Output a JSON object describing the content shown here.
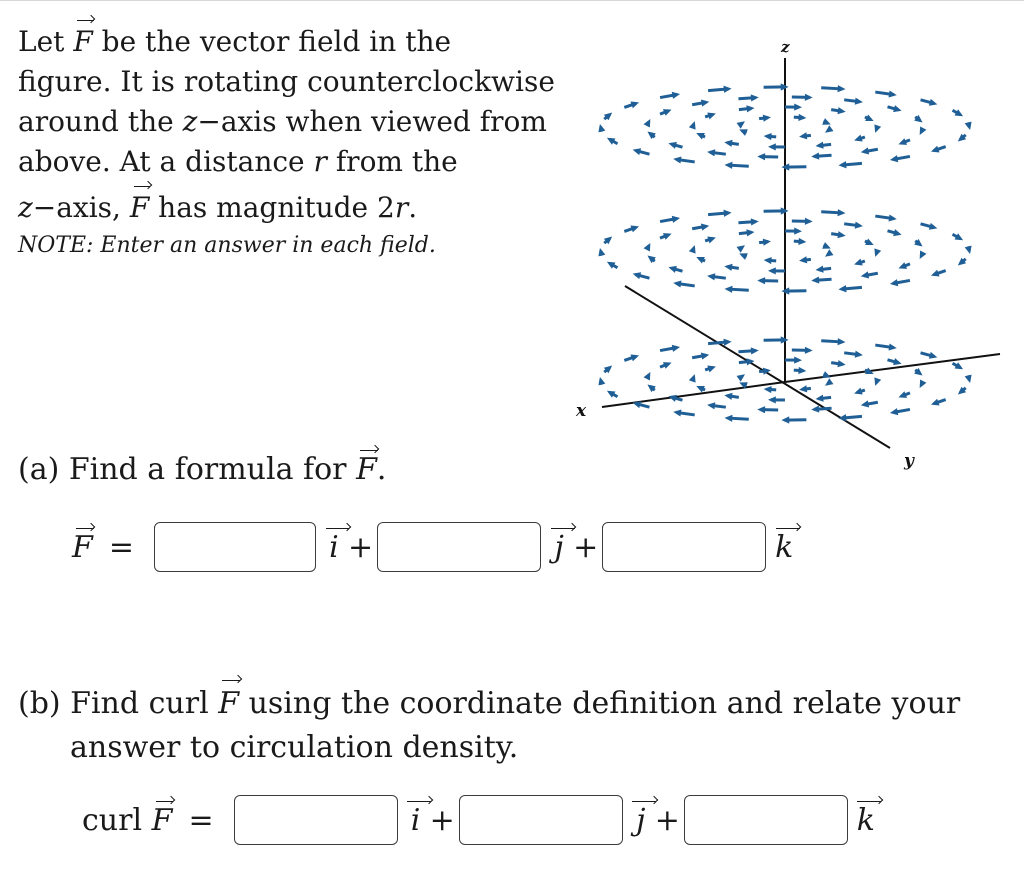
{
  "intro": {
    "line1_a": "Let ",
    "F": "F",
    "line1_b": " be the vector field in the",
    "line2": "figure. It is rotating counterclockwise",
    "line3_a": "around the ",
    "z": "z",
    "line3_b": "−axis when viewed from",
    "line4_a": "above. At a distance ",
    "r": "r",
    "line4_b": " from the",
    "line5_a": "−axis, ",
    "line5_b": " has magnitude 2",
    "line5_c": ".",
    "note": "NOTE: Enter an answer in each field."
  },
  "figure": {
    "axis_z": "z",
    "axis_x": "x",
    "axis_y": "y",
    "arrow_color": "#1f5f96",
    "axis_color": "#111111",
    "description_levels": 3
  },
  "part_a": {
    "prompt_a": "(a) Find a formula for ",
    "prompt_b": ".",
    "lhs": "F",
    "eq": "=",
    "i": "i",
    "j": "j",
    "k": "k",
    "plus": "+",
    "field_i": "",
    "field_j": "",
    "field_k": ""
  },
  "part_b": {
    "prompt_a": "(b) Find curl ",
    "prompt_b": " using the coordinate definition and relate your",
    "prompt_c": "answer to circulation density.",
    "lhs_curl": "curl ",
    "lhs": "F",
    "eq": "=",
    "i": "i",
    "j": "j",
    "k": "k",
    "plus": "+",
    "field_i": "",
    "field_j": "",
    "field_k": ""
  }
}
